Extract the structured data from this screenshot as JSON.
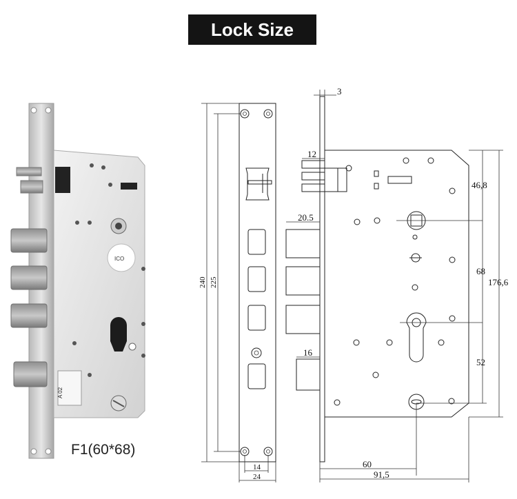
{
  "header": {
    "title": "Lock Size"
  },
  "photo": {
    "model_label": "F1(60*68)",
    "badge_text": "A 02"
  },
  "drawing": {
    "dims": {
      "faceplate_thickness": "3",
      "bolt_12": "12",
      "d46_8": "46,8",
      "bolt_20_5": "20.5",
      "d68": "68",
      "d176_6": "176,6",
      "d52": "52",
      "bolt_16": "16",
      "d60": "60",
      "d91_5": "91,5",
      "d240": "240",
      "d225": "225",
      "d14": "14",
      "d24": "24"
    }
  }
}
